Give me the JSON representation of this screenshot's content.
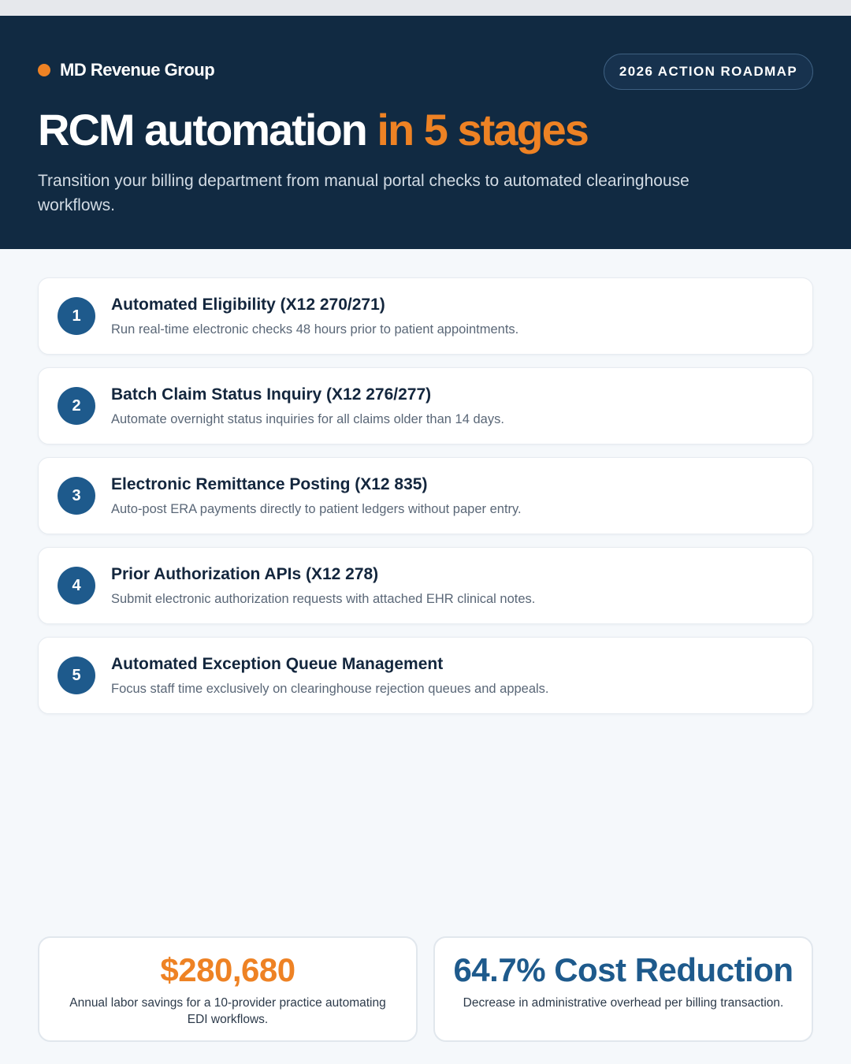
{
  "header": {
    "brand_name": "MD Revenue Group",
    "badge_label": "2026 ACTION ROADMAP",
    "title_main": "RCM automation",
    "title_accent": "in 5 stages",
    "subtitle": "Transition your billing department from manual portal checks to automated clearinghouse workflows."
  },
  "stages": [
    {
      "number": "1",
      "title": "Automated Eligibility (X12 270/271)",
      "description": "Run real-time electronic checks 48 hours prior to patient appointments."
    },
    {
      "number": "2",
      "title": "Batch Claim Status Inquiry (X12 276/277)",
      "description": "Automate overnight status inquiries for all claims older than 14 days."
    },
    {
      "number": "3",
      "title": "Electronic Remittance Posting (X12 835)",
      "description": "Auto-post ERA payments directly to patient ledgers without paper entry."
    },
    {
      "number": "4",
      "title": "Prior Authorization APIs (X12 278)",
      "description": "Submit electronic authorization requests with attached EHR clinical notes."
    },
    {
      "number": "5",
      "title": "Automated Exception Queue Management",
      "description": "Focus staff time exclusively on clearinghouse rejection queues and appeals."
    }
  ],
  "stats": [
    {
      "value": "$280,680",
      "description": "Annual labor savings for a 10-provider practice automating EDI workflows."
    },
    {
      "value": "64.7% Cost Reduction",
      "description": "Decrease in administrative overhead per billing transaction."
    }
  ],
  "colors": {
    "hero_background": "#112a42",
    "accent_orange": "#ee8224",
    "accent_blue": "#1e5a8c",
    "page_background": "#f5f8fb"
  }
}
